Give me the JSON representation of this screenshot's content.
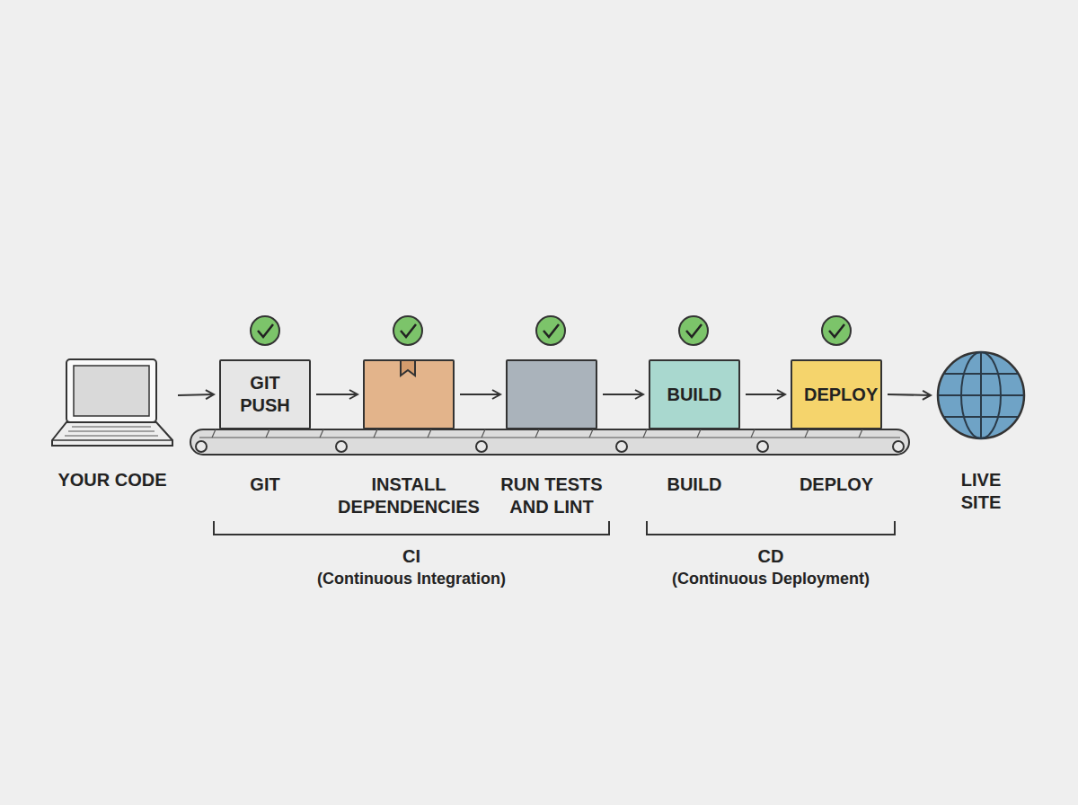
{
  "diagram": {
    "nodes": [
      {
        "text": [
          "YOUR CODE"
        ]
      },
      {
        "text": [
          "GIT PUSH",
          "GIT"
        ]
      },
      {
        "text": [
          "INSTALL DEPENDENCIES"
        ]
      },
      {
        "text": [
          "RUN TESTS AND LINT"
        ]
      },
      {
        "text": [
          "BUILD",
          "BUILD"
        ]
      },
      {
        "text": [
          "DEPLOY",
          "DEPLOY"
        ]
      },
      {
        "text": [
          "LIVE SITE"
        ]
      }
    ],
    "edges": [
      {
        "from": 0,
        "to": 1,
        "arrow": "to"
      },
      {
        "from": 1,
        "to": 2,
        "arrow": "to"
      },
      {
        "from": 2,
        "to": 3,
        "arrow": "to"
      },
      {
        "from": 3,
        "to": 4,
        "arrow": "to"
      },
      {
        "from": 4,
        "to": 5,
        "arrow": "to"
      },
      {
        "from": 5,
        "to": 6,
        "arrow": "to"
      }
    ],
    "labels": [
      "CI",
      "(Continuous Integration)",
      "CD",
      "(Continuous Deployment)"
    ]
  }
}
